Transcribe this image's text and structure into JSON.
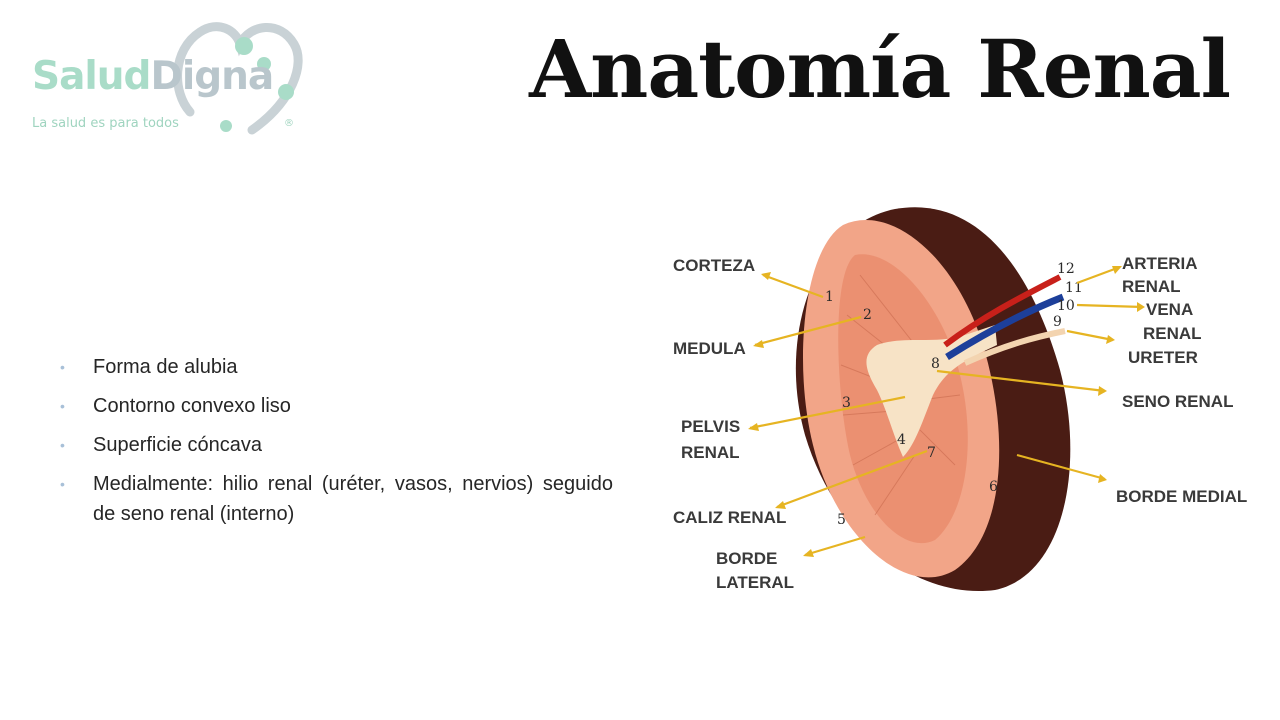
{
  "brand": {
    "name_part_a": "Salud",
    "name_part_b": "Digna",
    "tagline": "La salud es para todos",
    "registered": "®",
    "colors": {
      "green": "#a9dcc8",
      "gray": "#b9c6cc"
    }
  },
  "title": "Anatomía Renal",
  "bullets": [
    "Forma de alubia",
    "Contorno convexo liso",
    "Superficie cóncava",
    "Medialmente: hilio renal (uréter, vasos, nervios) seguido de seno renal (interno)"
  ],
  "diagram": {
    "labels": {
      "corteza": "CORTEZA",
      "medula": "MEDULA",
      "pelvis_1": "PELVIS",
      "pelvis_2": "RENAL",
      "caliz": "CALIZ RENAL",
      "borde_lateral_1": "BORDE",
      "borde_lateral_2": "LATERAL",
      "arteria_1": "ARTERIA",
      "arteria_2": "RENAL",
      "vena_1": "VENA",
      "vena_2": "RENAL",
      "ureter": "URETER",
      "seno": "SENO RENAL",
      "borde_medial": "BORDE MEDIAL"
    },
    "numbers": [
      "1",
      "2",
      "3",
      "4",
      "5",
      "6",
      "7",
      "8",
      "9",
      "10",
      "11",
      "12"
    ],
    "colors": {
      "capsule": "#4a1c14",
      "cortex": "#f2a588",
      "medulla": "#e8896a",
      "arrow": "#e6b422",
      "artery": "#c8201a",
      "vein": "#1d3f9a"
    }
  }
}
